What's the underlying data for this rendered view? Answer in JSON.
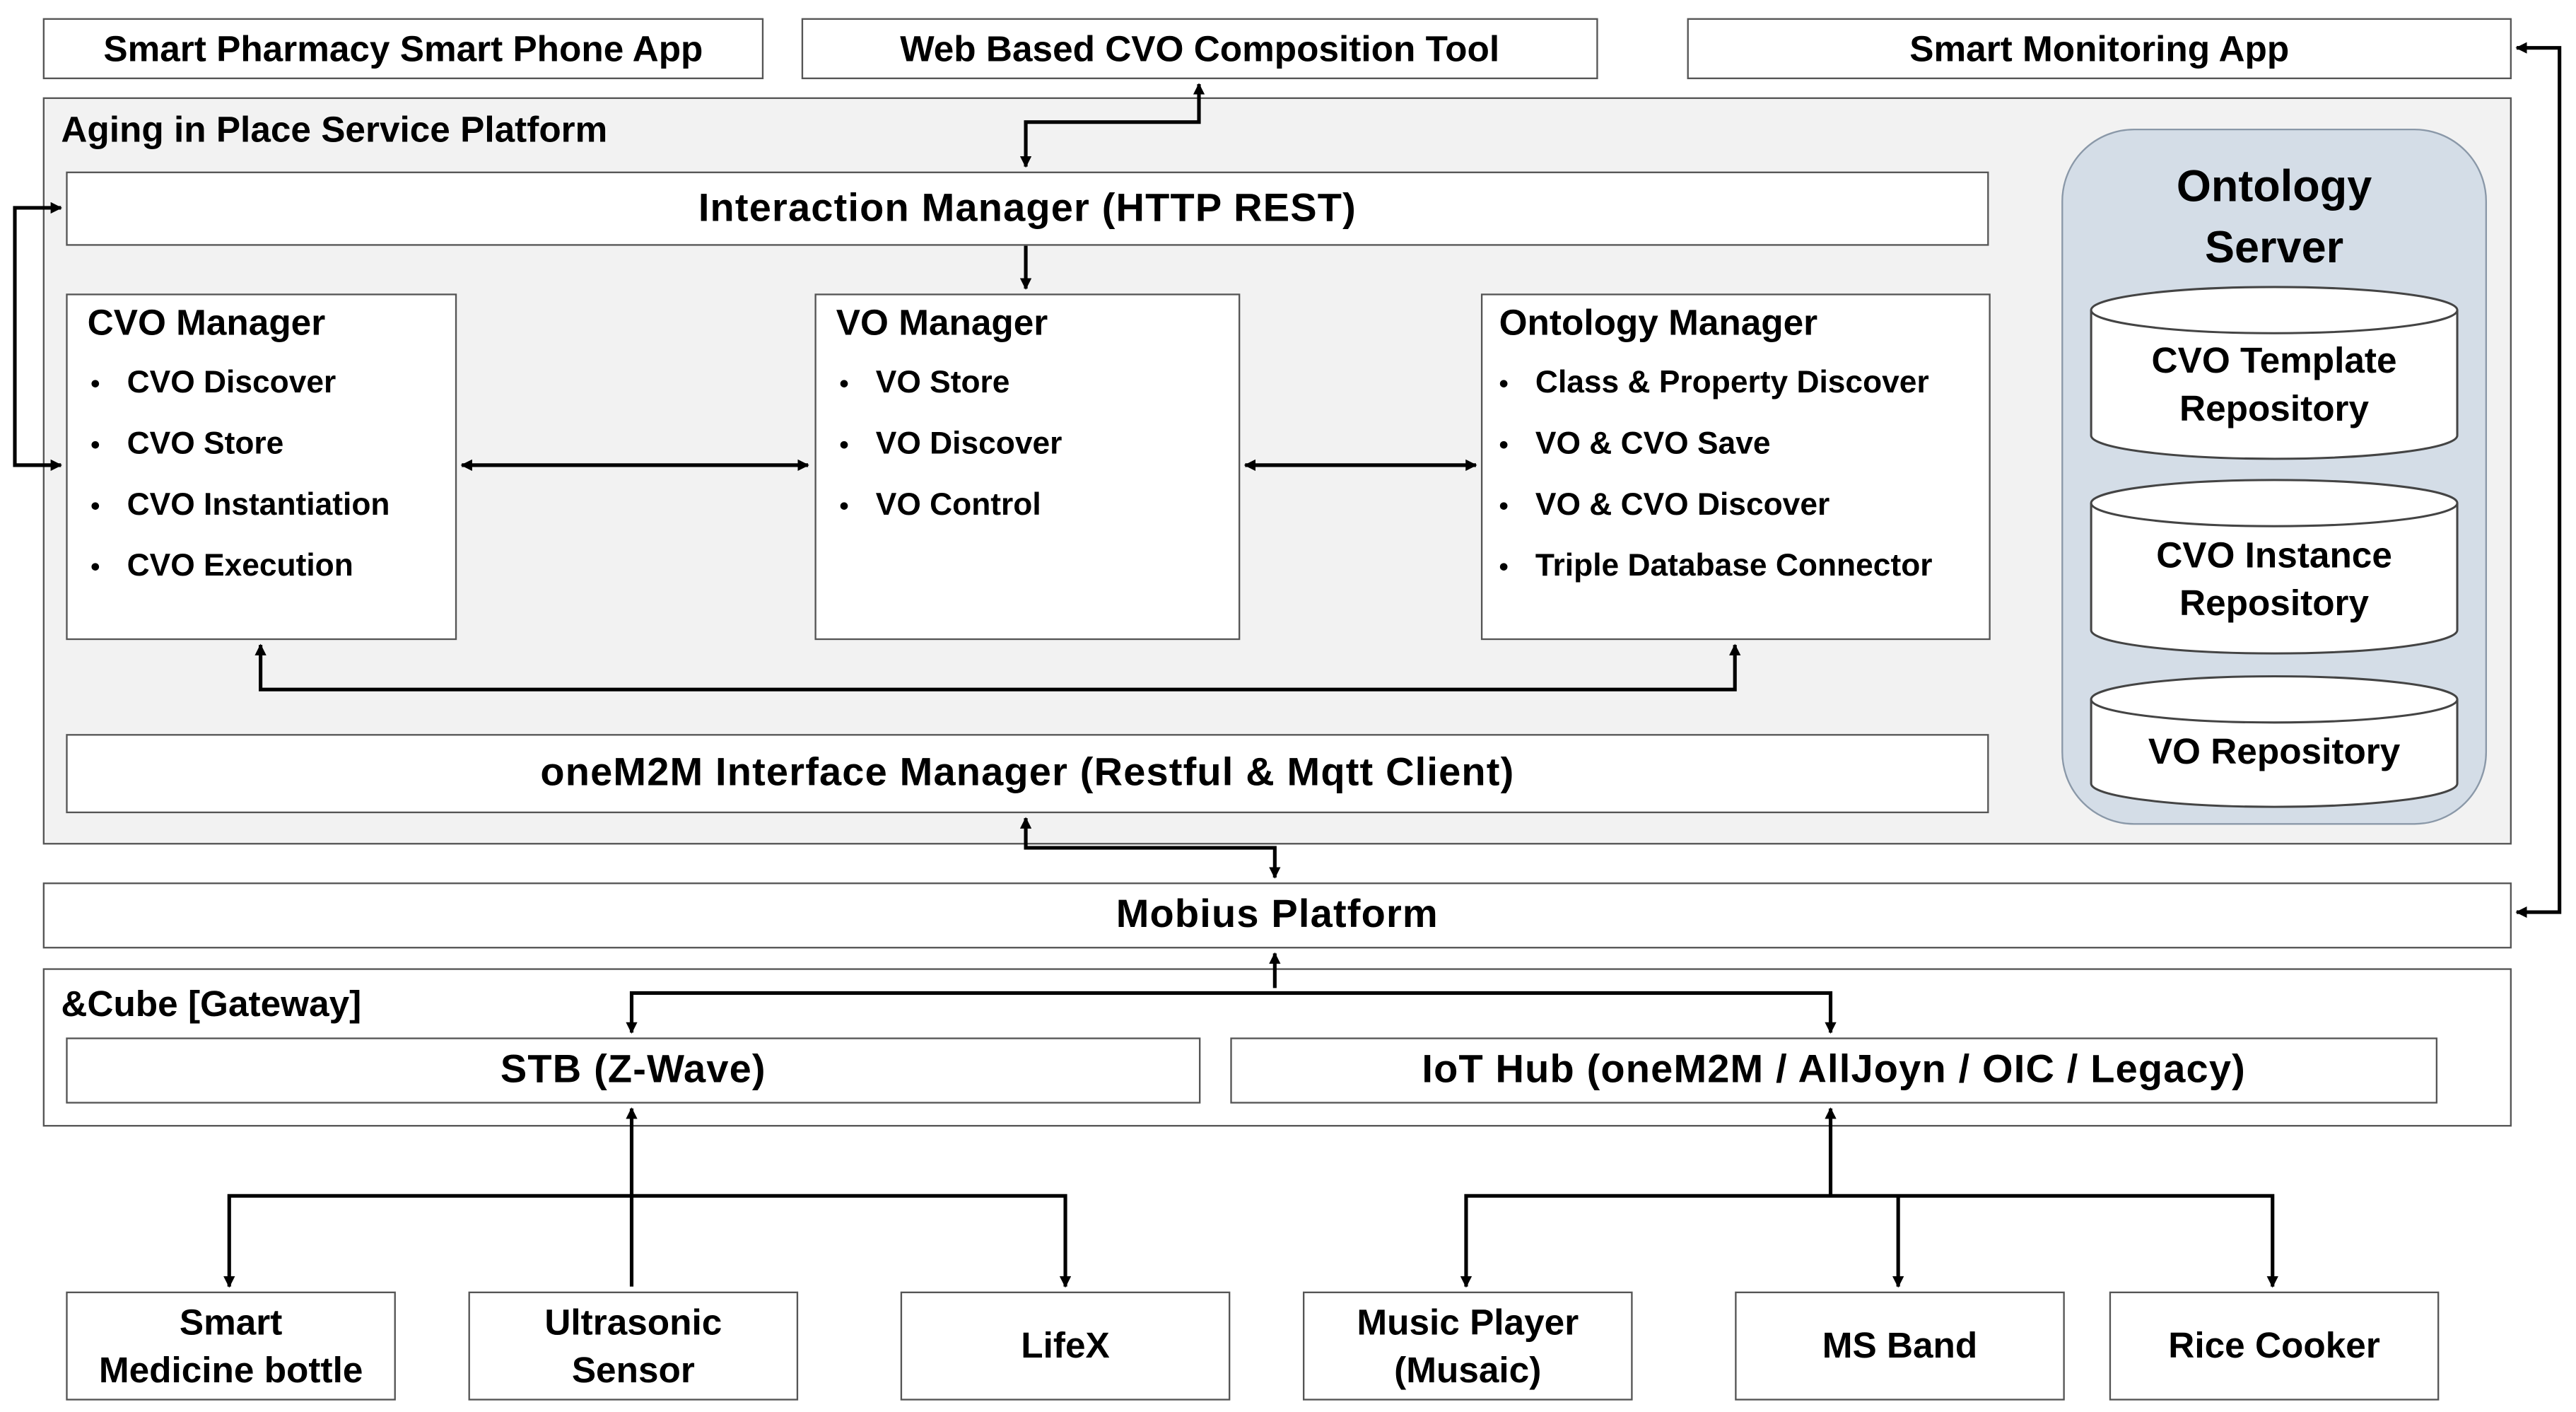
{
  "top_apps": {
    "pharmacy_app": "Smart Pharmacy Smart Phone App",
    "cvo_tool": "Web Based CVO Composition Tool",
    "monitoring_app": "Smart Monitoring App"
  },
  "platform": {
    "title": "Aging in Place Service Platform",
    "interaction_manager": "Interaction Manager (HTTP REST)",
    "cvo_manager": {
      "title": "CVO Manager",
      "items": [
        "CVO Discover",
        "CVO Store",
        "CVO Instantiation",
        "CVO Execution"
      ]
    },
    "vo_manager": {
      "title": "VO Manager",
      "items": [
        "VO Store",
        "VO Discover",
        "VO Control"
      ]
    },
    "ontology_manager": {
      "title": "Ontology Manager",
      "items": [
        "Class & Property Discover",
        "VO & CVO Save",
        "VO & CVO Discover",
        "Triple Database Connector"
      ]
    },
    "onem2m_interface": "oneM2M Interface Manager (Restful & Mqtt Client)",
    "ontology_server": {
      "title": "Ontology\nServer",
      "repositories": [
        "CVO Template\nRepository",
        "CVO Instance\nRepository",
        "VO Repository"
      ]
    }
  },
  "mobius": "Mobius Platform",
  "gateway": {
    "title": "&Cube [Gateway]",
    "stb": "STB (Z-Wave)",
    "iot_hub": "IoT Hub (oneM2M / AllJoyn / OIC / Legacy)"
  },
  "devices": {
    "smart_bottle": "Smart\nMedicine bottle",
    "ultrasonic": "Ultrasonic\nSensor",
    "lifex": "LifeX",
    "music_player": "Music Player\n(Musaic)",
    "ms_band": "MS Band",
    "rice_cooker": "Rice Cooker"
  },
  "colors": {
    "platform_fill": "#f2f2f2",
    "ontology_server_fill": "#d4dde7",
    "border": "#555555",
    "arrow": "#000000"
  }
}
